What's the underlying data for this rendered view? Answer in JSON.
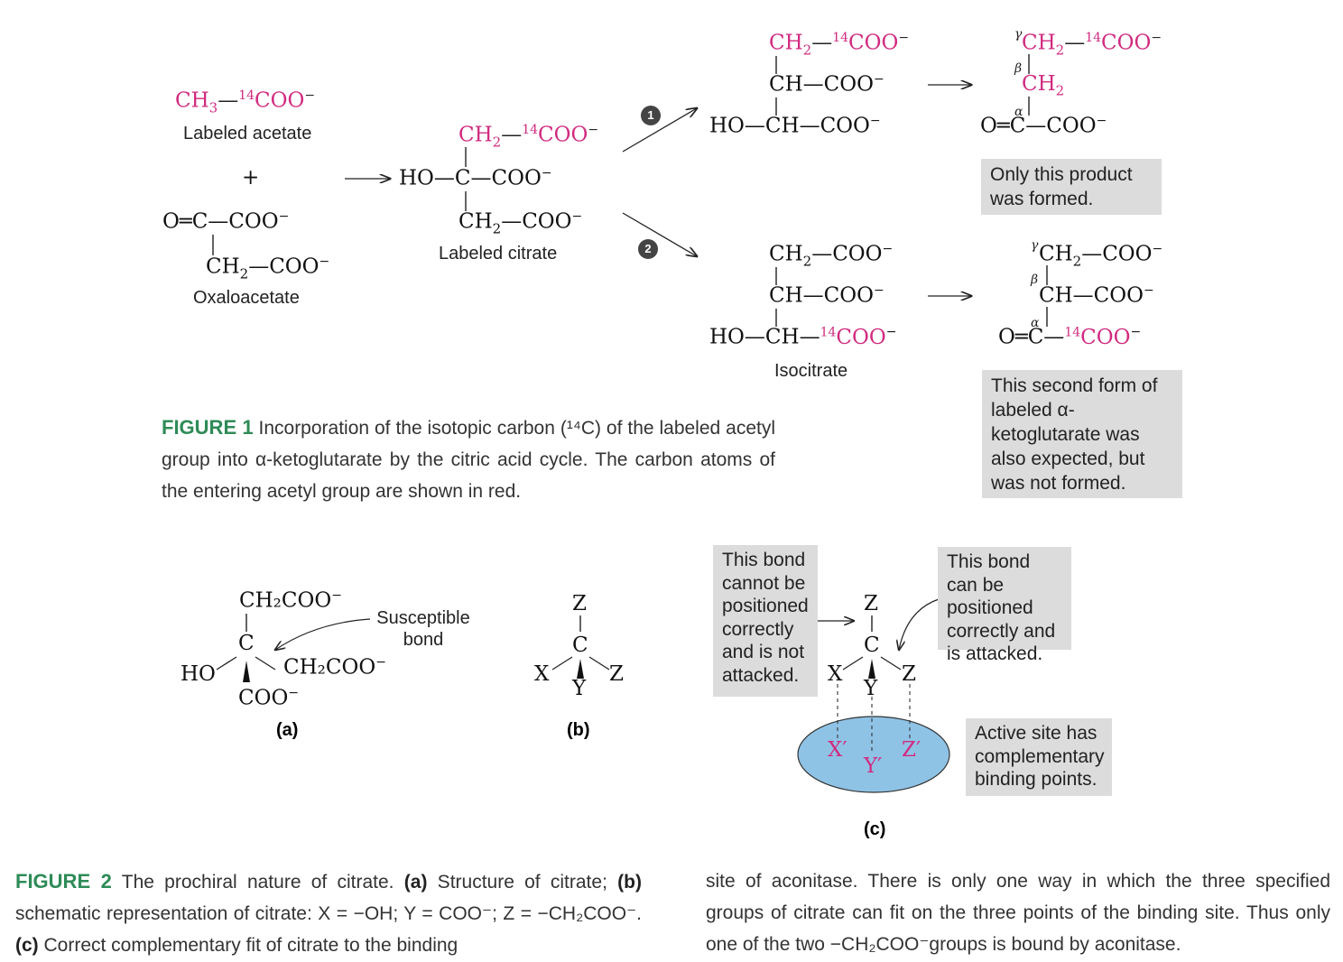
{
  "figure1": {
    "acetate": {
      "ch3": "CH",
      "ch3_sub": "3",
      "bond": "—",
      "isotope": "14",
      "coo": "COO",
      "charge": "−",
      "label": "Labeled acetate"
    },
    "plus": "+",
    "oxaloacetate": {
      "row1": "O═C—COO",
      "row2": "CH",
      "row2_sub": "2",
      "row2_rest": "—COO",
      "charge": "−",
      "label": "Oxaloacetate"
    },
    "citrate": {
      "row1_ch2": "CH",
      "sub2": "2",
      "isotope": "14",
      "coo": "COO",
      "row2": "HO—C—COO",
      "row3": "—COO",
      "label": "Labeled citrate"
    },
    "step1": "1",
    "step2": "2",
    "isocitrate1": {
      "row2": "CH—COO",
      "row3": "HO—CH—COO"
    },
    "isocitrate2": {
      "row1": "—COO",
      "row2": "CH—COO",
      "row3": "HO—CH—",
      "label": "Isocitrate"
    },
    "akg1": {
      "gamma": "γ",
      "beta": "β",
      "alpha": "α",
      "row2": "CH",
      "row3": "O═C—COO"
    },
    "akg2": {
      "row2": "CH—COO",
      "row3": "O═C—"
    },
    "note1": "Only this product was formed.",
    "note2": "This second form of labeled α-ketoglutarate was also expected, but was not formed.",
    "caption_label": "FIGURE 1",
    "caption_text": "Incorporation of the isotopic carbon (¹⁴C) of the labeled acetyl group into α-ketoglutarate by the citric acid cycle. The carbon atoms of the entering acetyl group are shown in red."
  },
  "figure2": {
    "a": {
      "top": "CH₂COO",
      "c": "C",
      "ho": "HO",
      "right": "CH₂COO",
      "bottom": "COO",
      "charge": "−",
      "susceptible": "Susceptible bond",
      "panel": "(a)"
    },
    "b": {
      "z_top": "Z",
      "c": "C",
      "x": "X",
      "z": "Z",
      "y": "Y",
      "panel": "(b)"
    },
    "c": {
      "note_left": "This bond cannot be positioned correctly and is not attacked.",
      "note_right": "This bond can be positioned correctly and is attacked.",
      "note_site": "Active site has complementary binding points.",
      "xp": "X′",
      "yp": "Y′",
      "zp": "Z′",
      "panel": "(c)"
    },
    "caption_label": "FIGURE 2",
    "caption_text_1": " The prochiral nature of citrate. ",
    "a_lbl": "(a)",
    "a_txt": " Structure of citrate; ",
    "b_lbl": "(b)",
    "b_txt": " schematic representation of citrate: X = −OH; Y = COO⁻; Z = −CH₂COO⁻. ",
    "c_lbl": "(c)",
    "c_txt": " Correct complementary fit of citrate to the binding",
    "caption_right": "site of aconitase. There is only one way in which the three specified groups of citrate can fit on the three points of the binding site. Thus only one of the two −CH₂COO⁻groups is bound by aconitase."
  },
  "colors": {
    "label_red": "#d12b80",
    "figure_green": "#2e8b57",
    "box_gray": "#dcdcdc",
    "site_blue": "#8fc3e6"
  }
}
